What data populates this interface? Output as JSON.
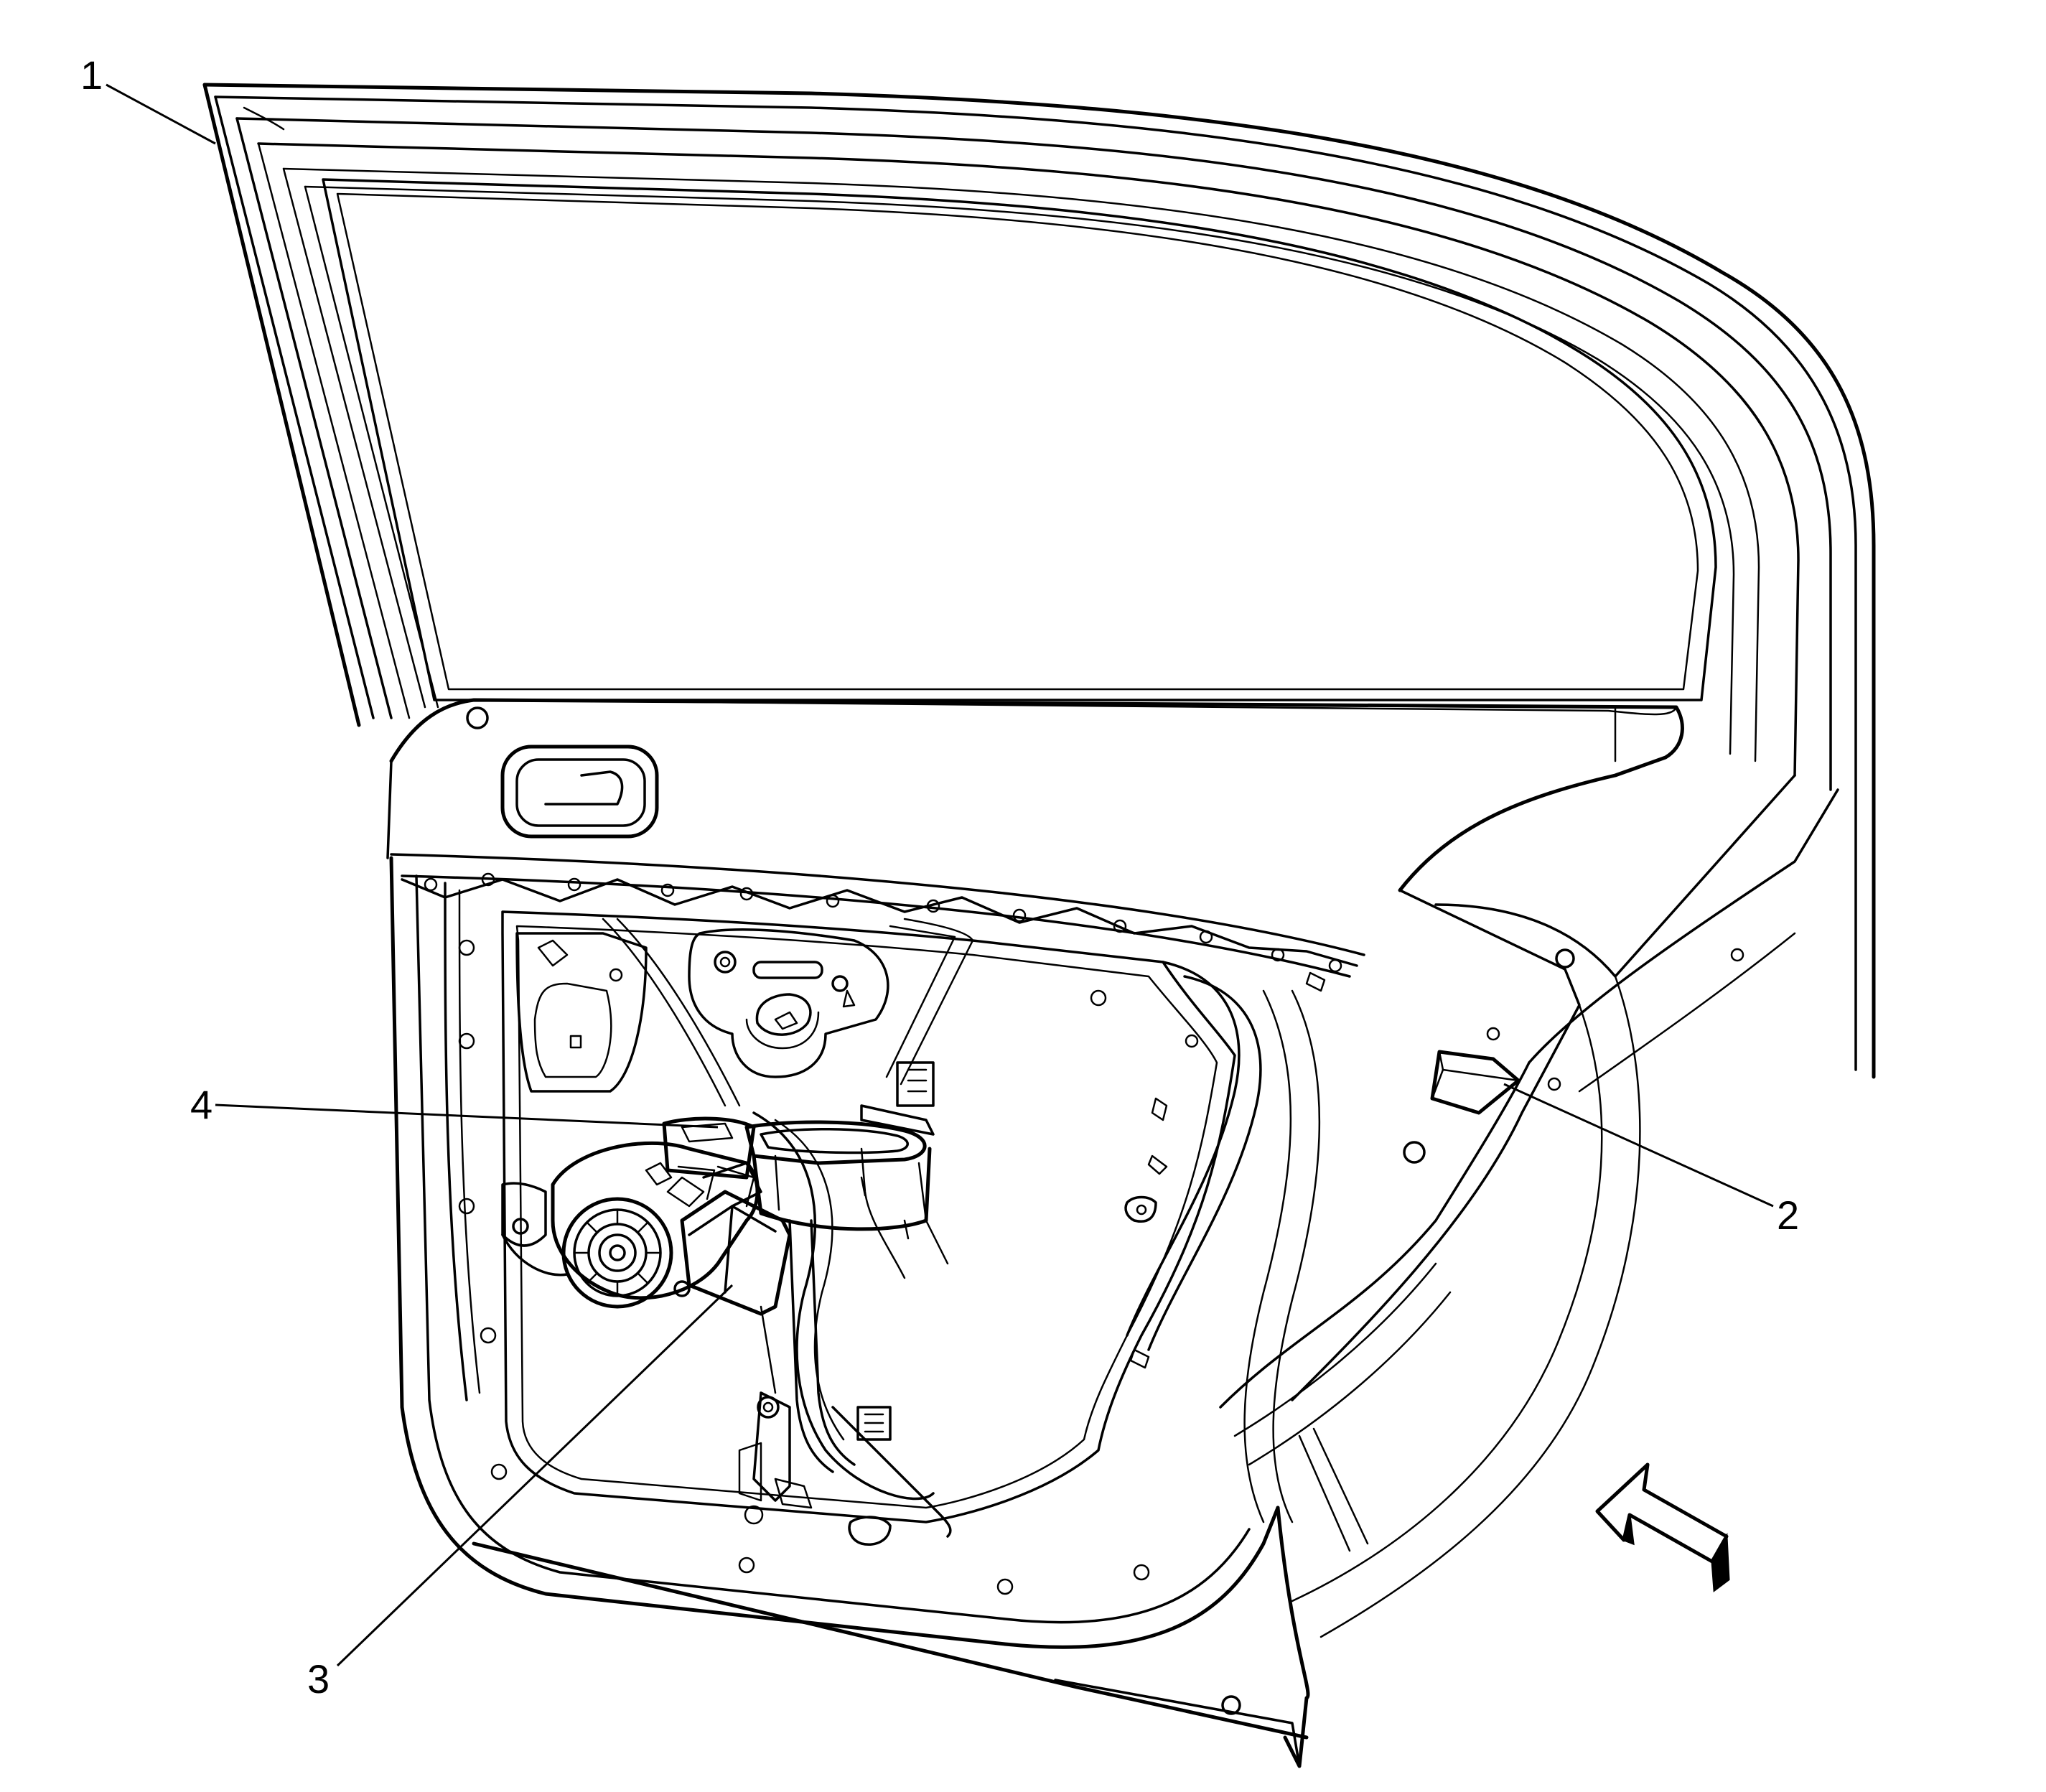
{
  "diagram": {
    "callouts": [
      {
        "id": "1",
        "label": "1"
      },
      {
        "id": "2",
        "label": "2"
      },
      {
        "id": "3",
        "label": "3"
      },
      {
        "id": "4",
        "label": "4"
      }
    ],
    "view_arrow_icon": "view-direction-arrow-icon",
    "colors": {
      "ink": "#000000",
      "paper": "#ffffff"
    }
  }
}
